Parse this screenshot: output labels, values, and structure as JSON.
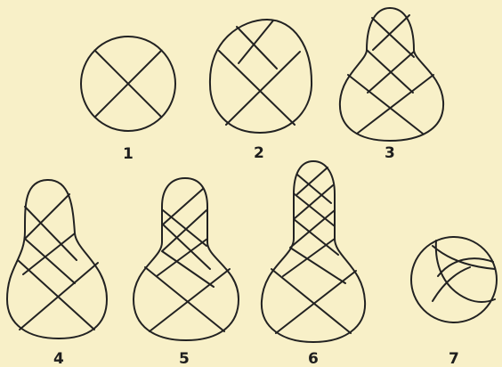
{
  "figures": [
    {
      "id": "1",
      "label": "1"
    },
    {
      "id": "2",
      "label": "2"
    },
    {
      "id": "3",
      "label": "3"
    },
    {
      "id": "4",
      "label": "4"
    },
    {
      "id": "5",
      "label": "5"
    },
    {
      "id": "6",
      "label": "6"
    },
    {
      "id": "7",
      "label": "7"
    }
  ]
}
